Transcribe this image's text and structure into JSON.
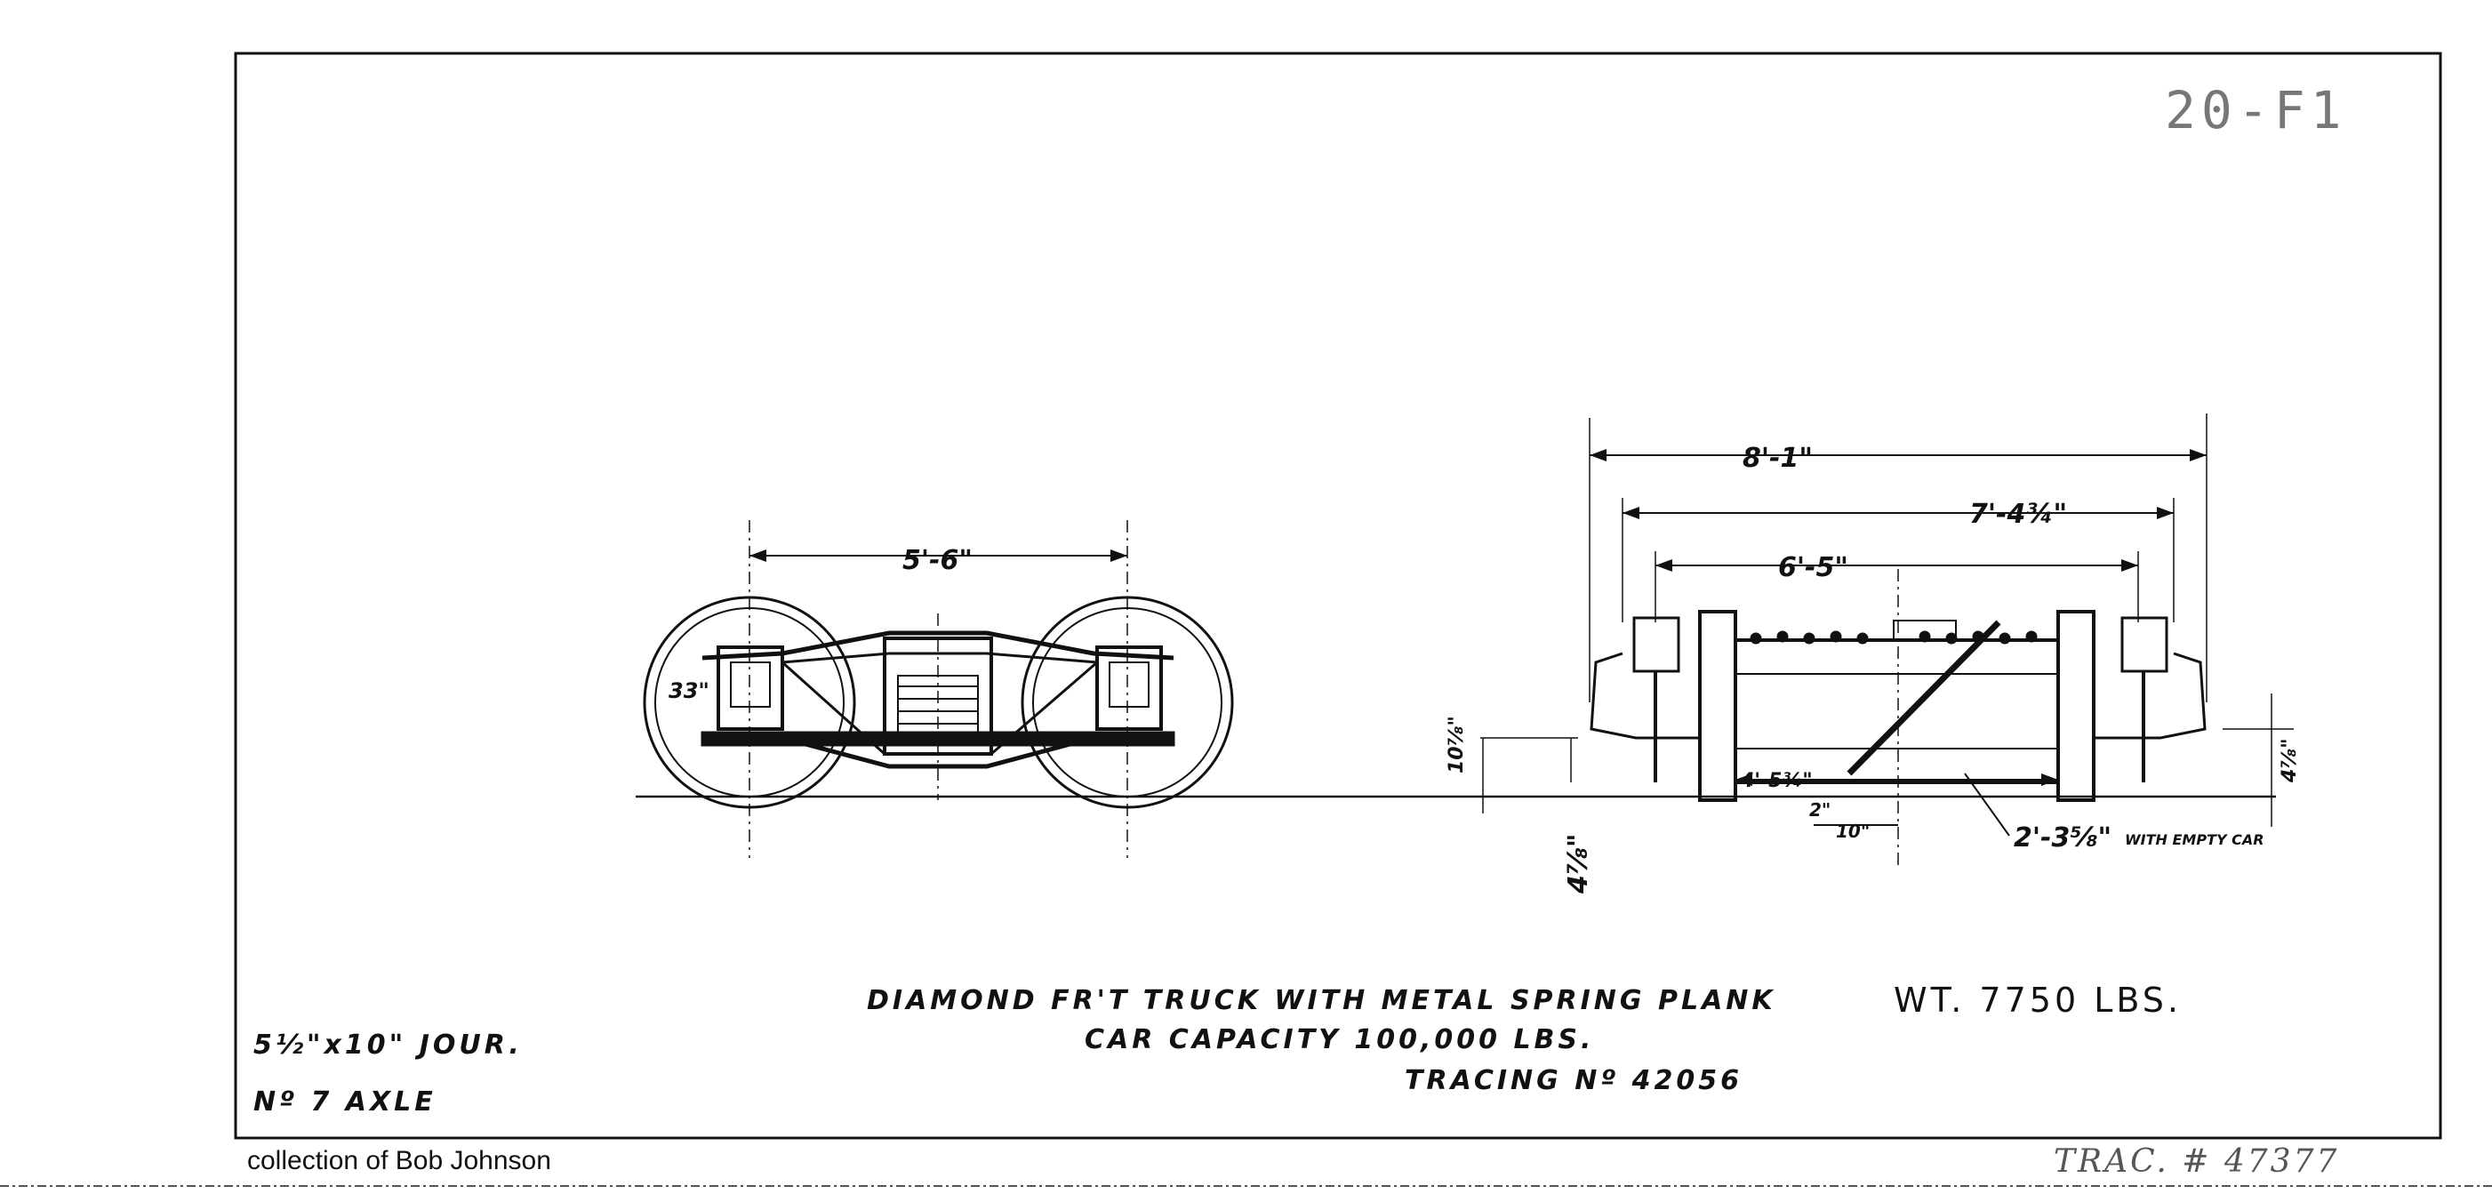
{
  "sheet_number": "20-F1",
  "title_block": {
    "line1": "DIAMOND FR'T TRUCK WITH METAL SPRING PLANK",
    "line2": "CAR CAPACITY 100,000 LBS.",
    "line3": "TRACING Nº 42056",
    "weight": "WT. 7750 LBS."
  },
  "journal": "5½\"x10\" JOUR.",
  "axle": "Nº 7 AXLE",
  "credit": "collection of Bob Johnson",
  "tracing_stamp": "TRAC. # 47377",
  "dimensions": {
    "wheelbase": "5'-6\"",
    "wheel_dia": "33\"",
    "overall_width": "8'-1\"",
    "bolster_width": "7'-4¾\"",
    "gauge_span": "6'-5\"",
    "inner_span": "4'-5¾\"",
    "inner_small": "2\"",
    "center_offset": "10\"",
    "side_height": "10⅞\"",
    "end_height": "4⅞\"",
    "rail_height": "4⅞\"",
    "center_height": "2'-3⅝\"",
    "center_note": "WITH EMPTY CAR"
  }
}
